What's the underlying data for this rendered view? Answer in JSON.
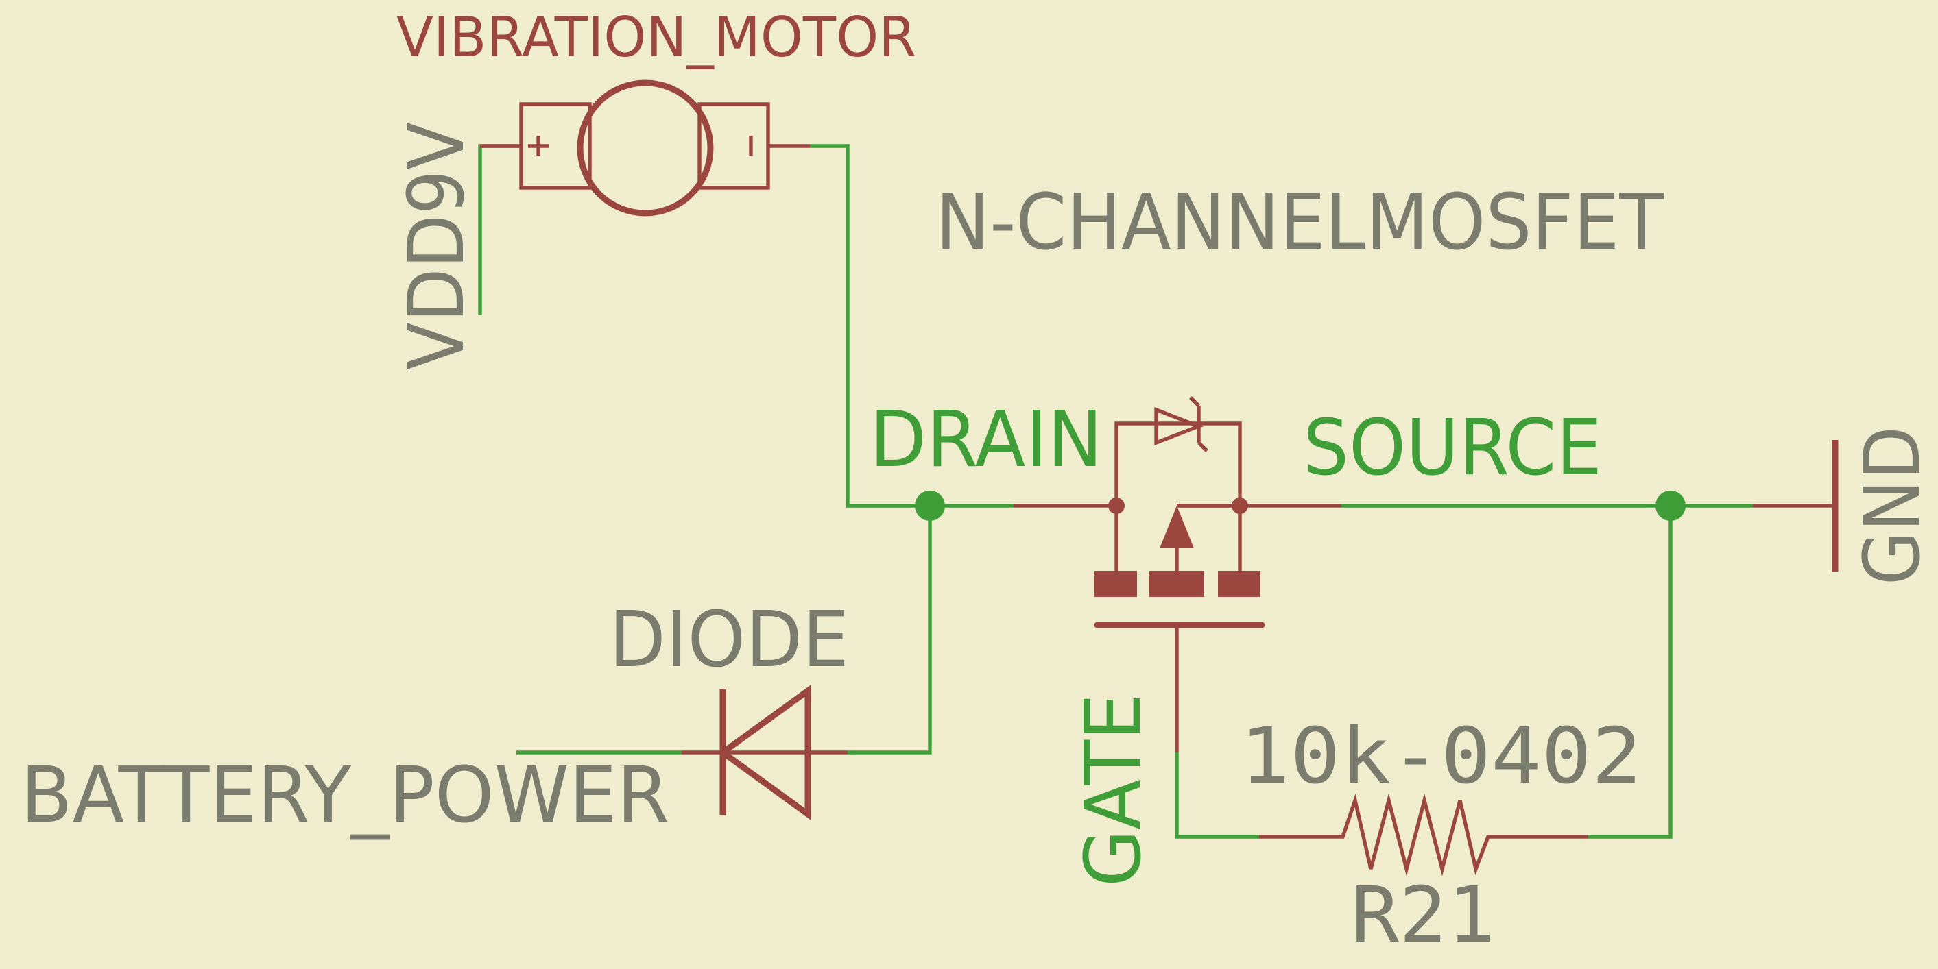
{
  "components": {
    "vdd": {
      "label": "VDD9V"
    },
    "motor": {
      "label": "VIBRATION_MOTOR",
      "plus": "+",
      "minus": "-"
    },
    "mosfet": {
      "label": "N-CHANNELMOSFET",
      "drain": "DRAIN",
      "source": "SOURCE",
      "gate": "GATE"
    },
    "gnd": {
      "label": "GND"
    },
    "diode": {
      "label": "DIODE"
    },
    "battery": {
      "label": "BATTERY_POWER"
    },
    "resistor": {
      "value": "10k-0402",
      "name": "R21"
    }
  },
  "colors": {
    "background": "#efedce",
    "net": "#3f9e38",
    "part": "#9c4640",
    "text": "#7b7b6e"
  }
}
